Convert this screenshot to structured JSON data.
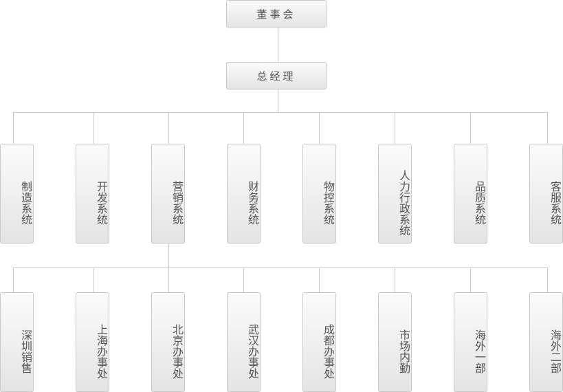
{
  "board": {
    "label": "董事会"
  },
  "gm": {
    "label": "总经理"
  },
  "systems": [
    {
      "label": "制造系统"
    },
    {
      "label": "开发系统"
    },
    {
      "label": "营销系统"
    },
    {
      "label": "财务系统"
    },
    {
      "label": "物控系统"
    },
    {
      "label": "人力行政系统"
    },
    {
      "label": "品质系统"
    },
    {
      "label": "客服系统"
    }
  ],
  "sales_units": [
    {
      "label": "深圳销售"
    },
    {
      "label": "上海办事处"
    },
    {
      "label": "北京办事处"
    },
    {
      "label": "武汉办事处"
    },
    {
      "label": "成都办事处"
    },
    {
      "label": "市场内勤"
    },
    {
      "label": "海外一部"
    },
    {
      "label": "海外二部"
    }
  ]
}
